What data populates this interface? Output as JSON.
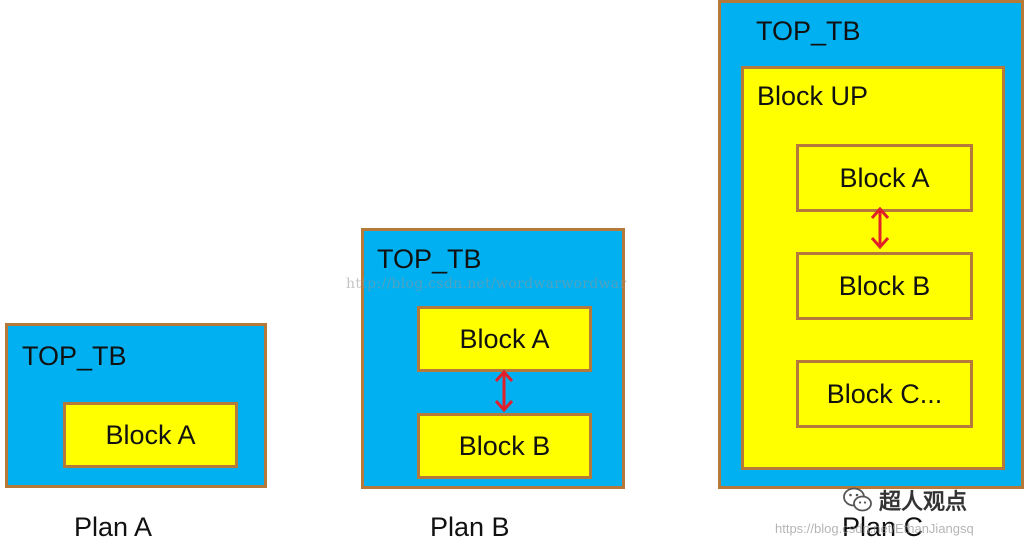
{
  "colors": {
    "tb_fill": "#00b0f0",
    "block_fill": "#ffff00",
    "border": "#b5793a",
    "arrow": "#e0202a"
  },
  "plans": [
    {
      "label": "Plan A",
      "tb_label": "TOP_TB",
      "blocks": [
        "Block A"
      ]
    },
    {
      "label": "Plan B",
      "tb_label": "TOP_TB",
      "blocks": [
        "Block A",
        "Block B"
      ]
    },
    {
      "label": "Plan C",
      "tb_label": "TOP_TB",
      "inner_label": "Block UP",
      "blocks": [
        "Block A",
        "Block B",
        "Block C..."
      ]
    }
  ],
  "watermark": "http://blog.csdn.net/wordwarwordwar",
  "wechat": {
    "icon": "wechat-icon",
    "name": "超人观点"
  },
  "url_mark": "https://blog.csdn.net/EthanJiangsq"
}
